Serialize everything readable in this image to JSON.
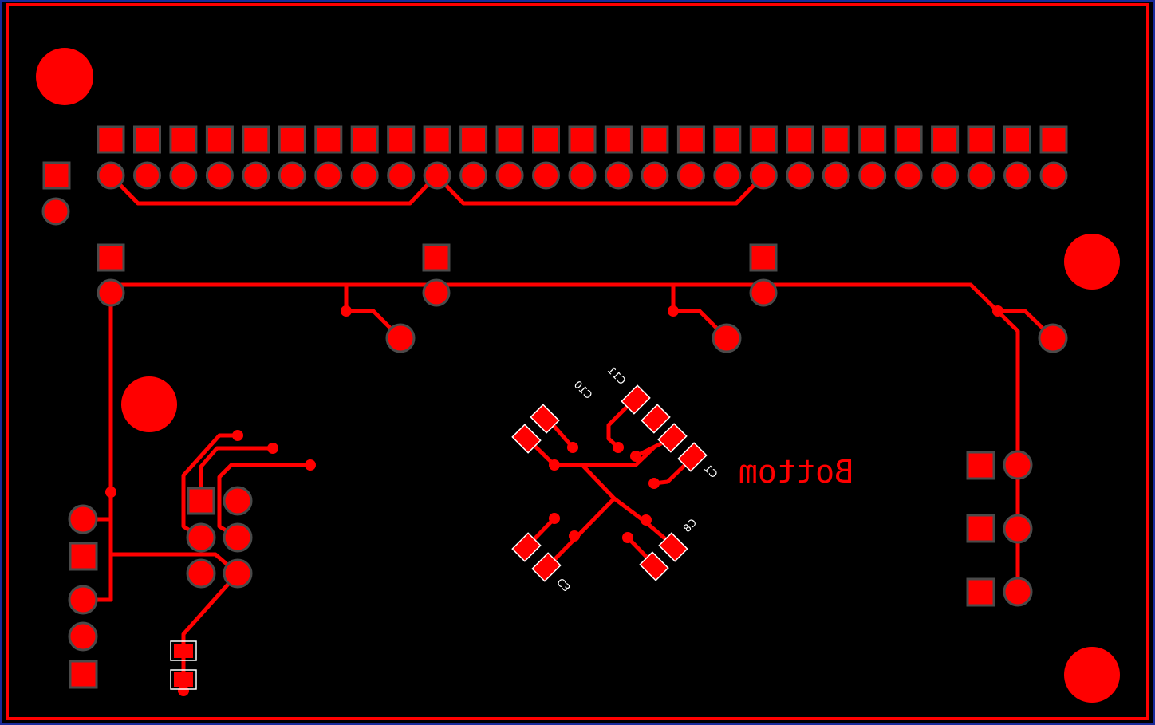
{
  "view": {
    "layer_label": "Bottom",
    "colors": {
      "background": "#000000",
      "copper": "#ff0000",
      "pad_ring": "#4a4a4a",
      "silkscreen": "#ffffff",
      "board_edge": "#ff0000",
      "outer_frame": "#1a2a9a"
    }
  },
  "silkscreen_labels": {
    "c10": "C10",
    "c11": "C11",
    "c1": "C1",
    "c8": "C8",
    "c3": "C3"
  }
}
